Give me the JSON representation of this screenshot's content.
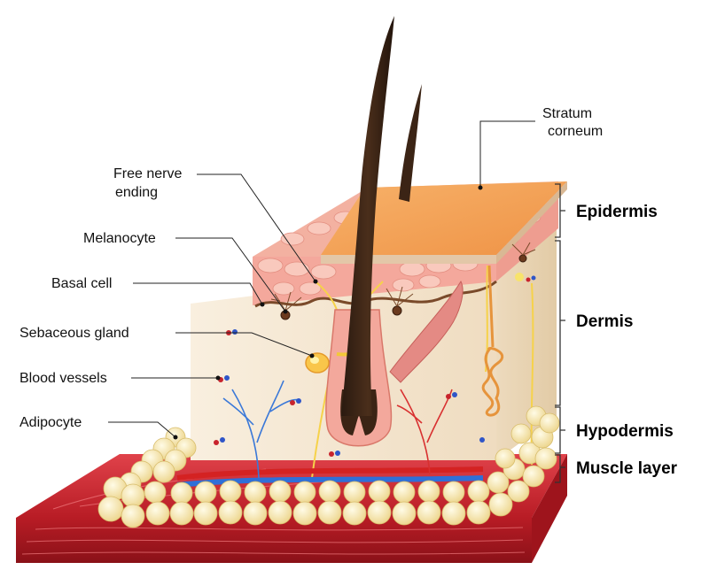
{
  "labels": {
    "stratum_corneum": [
      "Stratum",
      "corneum"
    ],
    "free_nerve_ending": [
      "Free nerve",
      "ending"
    ],
    "melanocyte": "Melanocyte",
    "basal_cell": "Basal cell",
    "sebaceous_gland": "Sebaceous gland",
    "blood_vessels": "Blood vessels",
    "adipocyte": "Adipocyte"
  },
  "layers": {
    "epidermis": "Epidermis",
    "dermis": "Dermis",
    "hypodermis": "Hypodermis",
    "muscle_layer": "Muscle layer"
  },
  "colors": {
    "muscle": "#c8232c",
    "dermis": "#f6ead6",
    "epidermis": "#f4b6a6",
    "stratum": "#f4a257",
    "fat": "#f7e7a8",
    "hair": "#3b2415",
    "artery": "#d42222",
    "vein": "#2f6fd8"
  }
}
